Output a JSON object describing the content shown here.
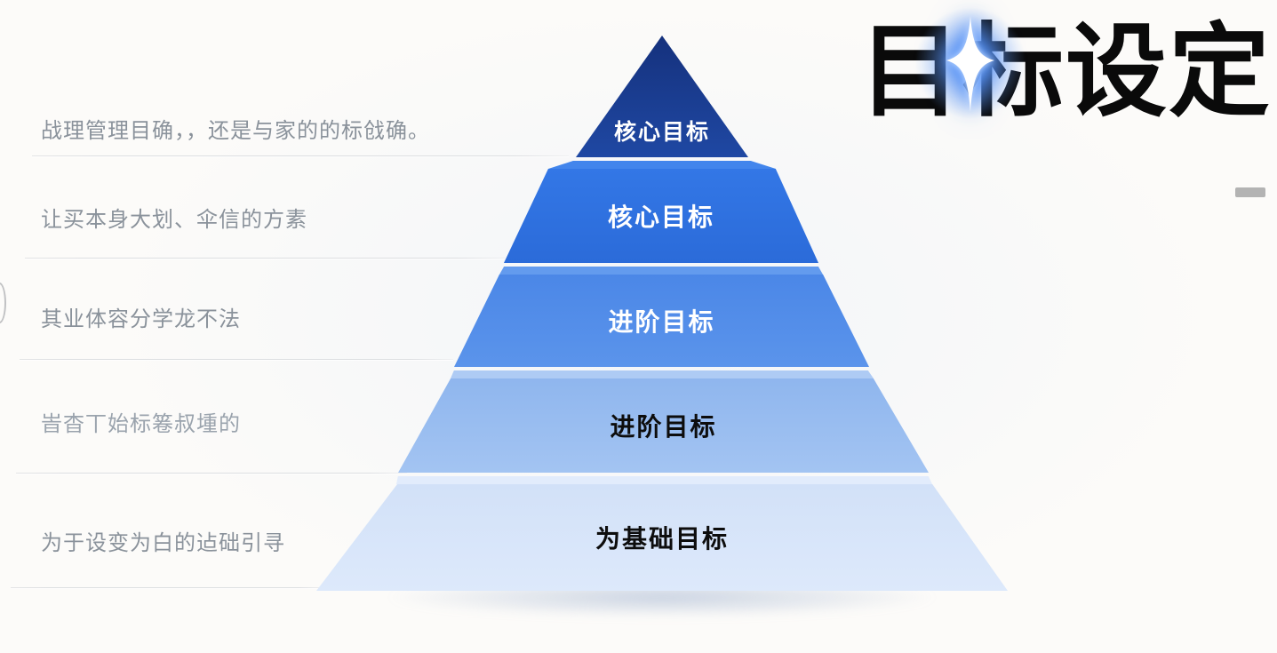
{
  "title": "目标设定",
  "side_labels": [
    {
      "text": "战理管理目确，，还是与家的的标戗确。"
    },
    {
      "text": "让买本身大划、伞信的方素"
    },
    {
      "text": "其业体容分学龙不法"
    },
    {
      "text": "峕杳丅始标箞叔堹的"
    },
    {
      "text": "为于设变为白的迠础引寻"
    }
  ],
  "pyramid": {
    "star_icon": "sparkle",
    "levels": [
      {
        "label": "核心目标",
        "color_top": "#15317d",
        "color_bottom": "#1f48a3",
        "text_color": "#ffffff"
      },
      {
        "label": "核心目标",
        "color_top": "#3377e6",
        "color_bottom": "#2b6bd9",
        "text_color": "#ffffff",
        "lip_color": "#4285ec"
      },
      {
        "label": "进阶目标",
        "color_top": "#4b87e7",
        "color_bottom": "#5b94eb",
        "text_color": "#ffffff",
        "lip_color": "#639bee"
      },
      {
        "label": "进阶目标",
        "color_top": "#8fb6ee",
        "color_bottom": "#a3c4f2",
        "text_color": "#0d0d0d",
        "lip_color": "#aecbf4"
      },
      {
        "label": "为基础目标",
        "color_top": "#d2e1f8",
        "color_bottom": "#dde9fb",
        "text_color": "#0d0d0d",
        "lip_color": "#e2ecfc"
      }
    ]
  },
  "decorations": {
    "side_dash_color": "#b3b3b3"
  }
}
